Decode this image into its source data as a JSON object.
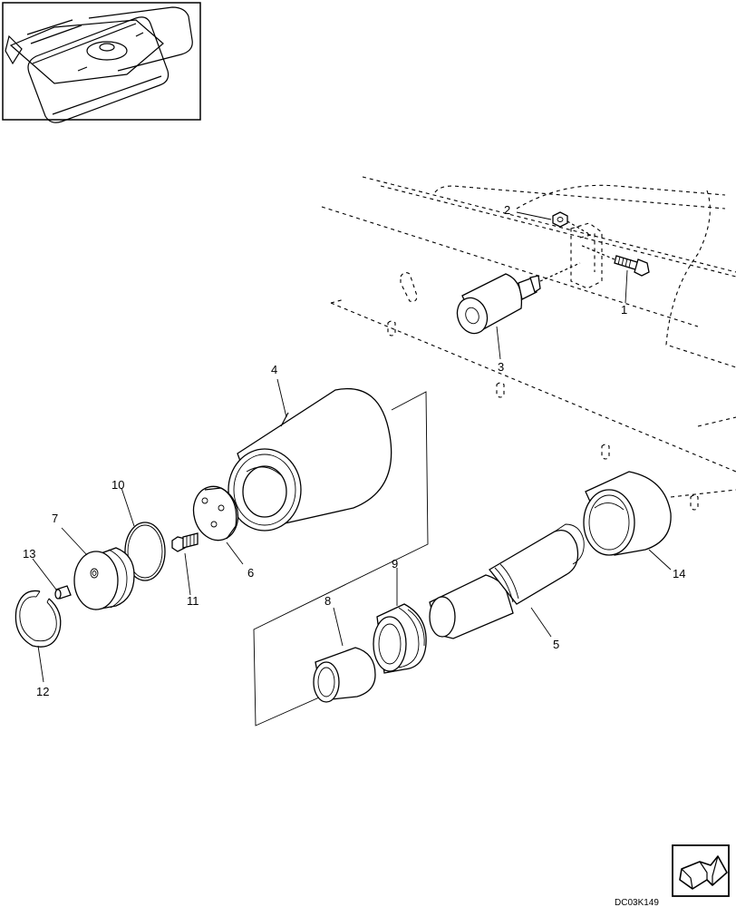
{
  "callouts": {
    "c1": "1",
    "c2": "2",
    "c3": "3",
    "c4": "4",
    "c5": "5",
    "c6": "6",
    "c7": "7",
    "c8": "8",
    "c9": "9",
    "c10": "10",
    "c11": "11",
    "c12": "12",
    "c13": "13",
    "c14": "14"
  },
  "drawing_code": "DC03K149",
  "icons": {
    "locator": "machine-locator-icon",
    "next_page": "next-page-arrow-icon"
  }
}
